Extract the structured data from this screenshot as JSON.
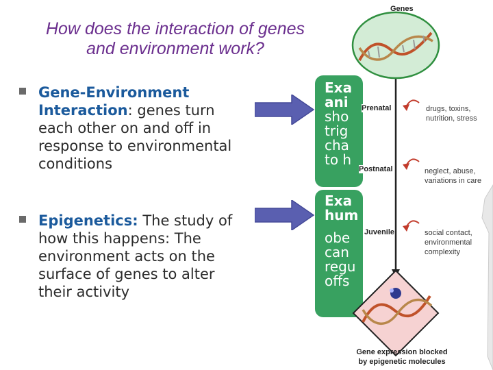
{
  "title": {
    "line1": "How does the interaction of genes",
    "line2": "and environment work?"
  },
  "bullets": [
    {
      "highlight": "Gene-Environment Interaction",
      "text": ": genes turn each other on and off in response to environmental conditions"
    },
    {
      "highlight": "Epigenetics:",
      "text": "  The study of how this happens: The environment acts on the surface of genes to alter their activity"
    }
  ],
  "examples": [
    {
      "lines": [
        "Exa",
        "ani",
        "sho",
        "trig",
        "cha",
        "to h"
      ]
    },
    {
      "lines": [
        "Exa",
        "hum",
        "obe",
        "can",
        "regu",
        "offs"
      ]
    }
  ],
  "figure": {
    "genes_label": "Genes",
    "stages": [
      {
        "label": "Prenatal",
        "note": [
          "drugs, toxins,",
          "nutrition, stress"
        ]
      },
      {
        "label": "Postnatal",
        "note": [
          "neglect, abuse,",
          "variations in care"
        ]
      },
      {
        "label": "Juvenile",
        "note": [
          "social contact,",
          "environmental",
          "complexity"
        ]
      }
    ],
    "caption": [
      "Gene expression blocked",
      "by epigenetic molecules"
    ]
  },
  "colors": {
    "title": "#6b2f8e",
    "highlight": "#1b5a9c",
    "arrow": "#5a5fb0",
    "green_box": "#38a160",
    "ellipse_fill": "#d3ecd6",
    "ellipse_stroke": "#2f8f3f",
    "diamond_fill": "#f6d2d2",
    "helix": "#c0522a",
    "side_arrow": "#c23b2b"
  }
}
